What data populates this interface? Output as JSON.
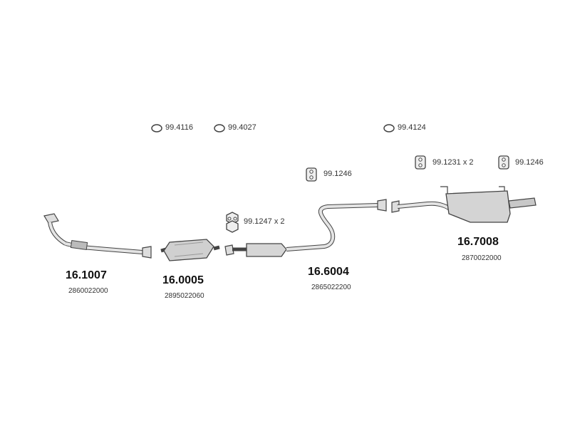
{
  "hardware": [
    {
      "code": "99.4116",
      "icon": "gasket-ring-icon"
    },
    {
      "code": "99.4027",
      "icon": "gasket-ring-icon"
    },
    {
      "code": "99.4124",
      "icon": "gasket-ring-icon"
    },
    {
      "code": "99.1246",
      "icon": "rubber-hanger-icon"
    },
    {
      "code": "99.1231 x 2",
      "icon": "rubber-hanger-icon"
    },
    {
      "code": "99.1246",
      "icon": "rubber-hanger-icon"
    },
    {
      "code": "99.1247 x 2",
      "icon": "rubber-hanger-icon"
    }
  ],
  "parts": [
    {
      "code": "16.1007",
      "oem": "2860022000",
      "name": "front-pipe"
    },
    {
      "code": "16.0005",
      "oem": "2895022060",
      "name": "catalytic-converter"
    },
    {
      "code": "16.6004",
      "oem": "2865022200",
      "name": "middle-silencer"
    },
    {
      "code": "16.7008",
      "oem": "2870022000",
      "name": "rear-silencer"
    }
  ],
  "colors": {
    "line": "#444444",
    "fill": "#d8d8d8",
    "fill_dark": "#b8b8b8"
  }
}
